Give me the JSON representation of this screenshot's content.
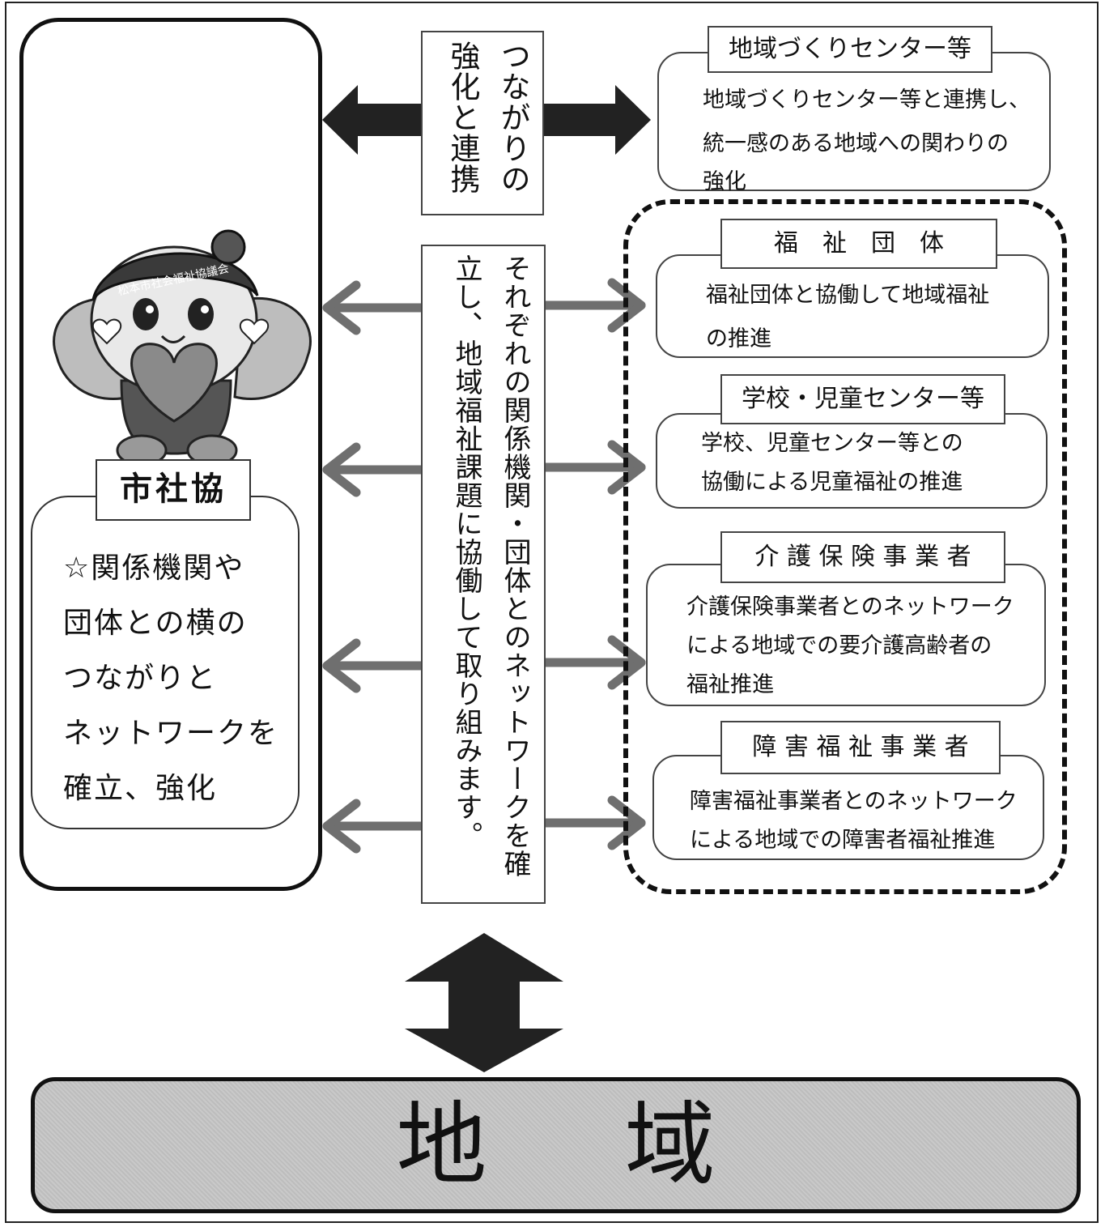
{
  "top_connection": {
    "label": "つながりの強化と連携"
  },
  "center_connection": {
    "label": "それぞれの関係機関・団体とのネットワークを確立し、地域福祉課題に協働して取り組みます。"
  },
  "left_panel": {
    "mascot_badge": "松本市社会福祉協議会",
    "title": "市社協",
    "description_lines": [
      "☆関係機関や",
      "団体との横の",
      "つながりと",
      "ネットワークを",
      "確立、強化"
    ]
  },
  "partners": [
    {
      "title": "地域づくりセンター等",
      "lines": [
        "地域づくりセンター等と連携し、",
        "統一感のある地域への関わりの",
        "強化"
      ]
    },
    {
      "title": "福　祉　団　体",
      "lines": [
        "福祉団体と協働して地域福祉",
        "の推進"
      ]
    },
    {
      "title": "学校・児童センター等",
      "lines": [
        "学校、児童センター等との",
        "協働による児童福祉の推進"
      ]
    },
    {
      "title": "介 護 保 険 事 業 者",
      "lines": [
        "介護保険事業者とのネットワーク",
        "による地域での要介護高齢者の",
        "福祉推進"
      ]
    },
    {
      "title": "障 害 福 祉 事 業 者",
      "lines": [
        "障害福祉事業者とのネットワーク",
        "による地域での障害者福祉推進"
      ]
    }
  ],
  "bottom": {
    "label": "地域"
  },
  "colors": {
    "arrow_dark": "#222222",
    "arrow_gray": "#6f6f6f",
    "region_fill": "#c9c9c9"
  }
}
